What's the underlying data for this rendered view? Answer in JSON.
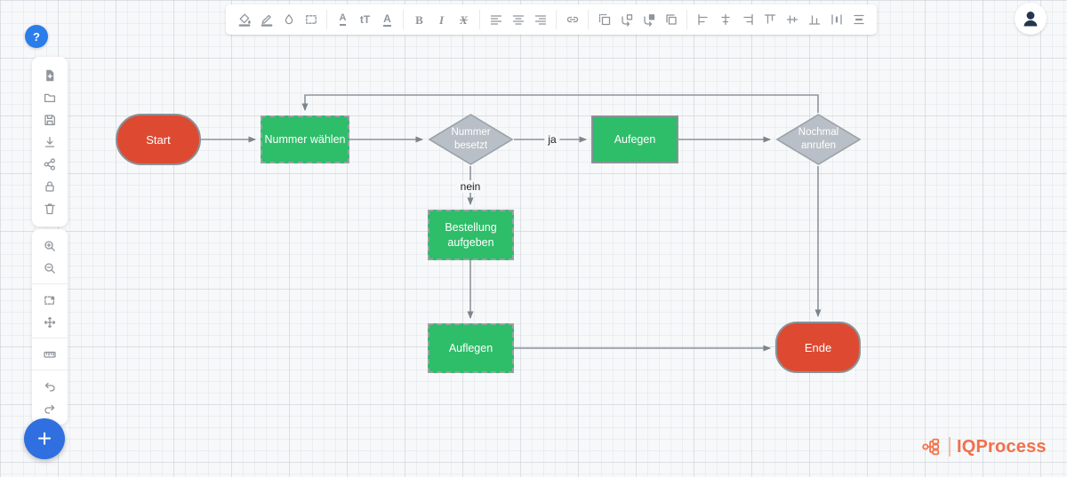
{
  "help_button": {
    "glyph": "?"
  },
  "fab": {
    "glyph": "+"
  },
  "avatar": {
    "icon": "person-silhouette"
  },
  "toolbar": {
    "letter_icons": {
      "font_color": "A",
      "font_size": "tT",
      "underline": "A",
      "bold": "B",
      "italic": "I",
      "clear_format": "X"
    },
    "icon_names": [
      "fill-color-icon",
      "edge-color-icon",
      "droplet-icon",
      "shape-outline-icon",
      "font-color-icon",
      "font-size-icon",
      "underline-icon",
      "bold-icon",
      "italic-icon",
      "clear-format-icon",
      "align-left-icon",
      "align-center-icon",
      "align-right-icon",
      "link-icon",
      "bring-to-front-icon",
      "send-backward-icon",
      "bring-forward-icon",
      "duplicate-icon",
      "obj-align-left-icon",
      "obj-align-center-h-icon",
      "obj-align-right-icon",
      "obj-align-top-icon",
      "obj-align-middle-icon",
      "obj-align-bottom-icon",
      "distribute-h-icon",
      "distribute-v-icon"
    ]
  },
  "sidebar": {
    "top_icon_names": [
      "new-file-icon",
      "folder-icon",
      "save-icon",
      "download-icon",
      "share-icon",
      "lock-icon",
      "trash-icon"
    ],
    "bottom_icon_names": [
      "zoom-in-icon",
      "zoom-out-icon",
      "select-area-icon",
      "move-icon",
      "ruler-icon",
      "undo-icon",
      "redo-icon"
    ]
  },
  "flowchart": {
    "nodes": [
      {
        "id": "start",
        "label": "Start",
        "type": "terminator",
        "color": "#de4a31"
      },
      {
        "id": "nummer-waehlen",
        "label": "Nummer wählen",
        "type": "process",
        "color": "#2ebd69"
      },
      {
        "id": "nummer-besetzt",
        "label": "Nummer besetzt",
        "type": "decision",
        "color": "#b9bfc6"
      },
      {
        "id": "aufegen",
        "label": "Aufegen",
        "type": "process",
        "color": "#2ebd69"
      },
      {
        "id": "nochmal-anrufen",
        "label": "Nochmal anrufen",
        "type": "decision",
        "color": "#b9bfc6"
      },
      {
        "id": "bestellung-aufgeben",
        "label": "Bestellung aufgeben",
        "type": "process",
        "color": "#2ebd69"
      },
      {
        "id": "auflegen",
        "label": "Auflegen",
        "type": "process",
        "color": "#2ebd69"
      },
      {
        "id": "ende",
        "label": "Ende",
        "type": "terminator",
        "color": "#de4a31"
      }
    ],
    "edge_labels": [
      {
        "id": "ja",
        "label": "ja"
      },
      {
        "id": "nein",
        "label": "nein"
      }
    ]
  },
  "logo": {
    "text": "IQProcess",
    "color": "#f0704c"
  }
}
